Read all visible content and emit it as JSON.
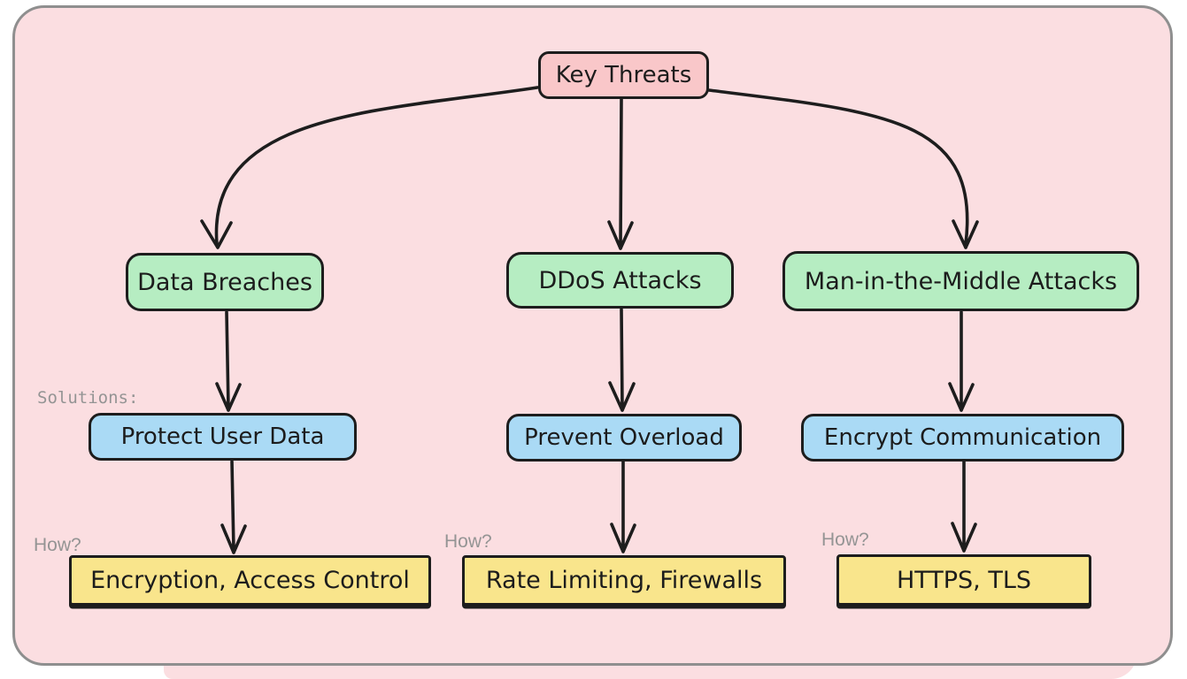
{
  "canvas": {
    "background": "#fbdee1",
    "frame_border": "#8f8f8f",
    "stroke": "#1d1d1d"
  },
  "palette": {
    "root_fill": "#f9c7c9",
    "threat_fill": "#b6edc2",
    "solution_fill": "#aadaf5",
    "method_fill": "#f9e58c",
    "annotation_text": "#949494"
  },
  "root": {
    "label": "Key Threats"
  },
  "columns": [
    {
      "threat": "Data Breaches",
      "solution": "Protect User Data",
      "method": "Encryption, Access Control"
    },
    {
      "threat": "DDoS Attacks",
      "solution": "Prevent Overload",
      "method": "Rate Limiting, Firewalls"
    },
    {
      "threat": "Man-in-the-Middle Attacks",
      "solution": "Encrypt Communication",
      "method": "HTTPS, TLS"
    }
  ],
  "annotations": {
    "solutions_label": "Solutions:",
    "how_labels": [
      "How?",
      "How?",
      "How?"
    ]
  }
}
